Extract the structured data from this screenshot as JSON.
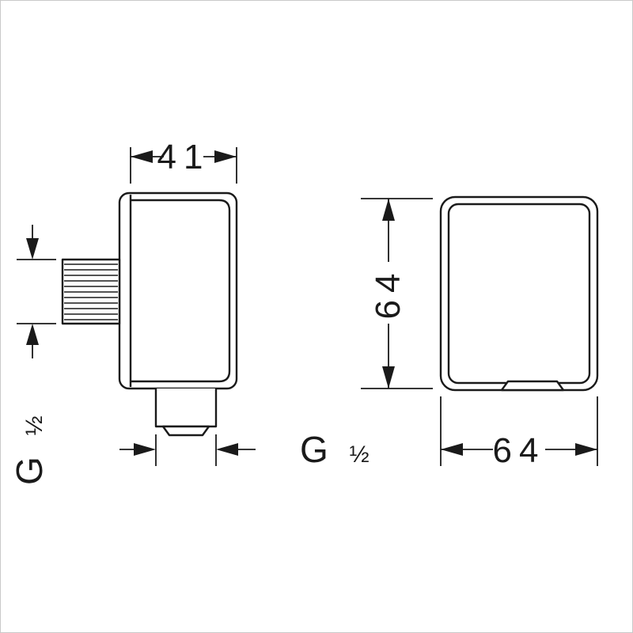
{
  "drawing": {
    "type": "technical-dimension-drawing",
    "views": {
      "side_view": {
        "depth_dim": "41",
        "inlet_thread": {
          "g": "G",
          "size": "½"
        },
        "outlet_thread": {
          "g": "G",
          "size": "½"
        }
      },
      "front_view": {
        "height_dim": "64",
        "width_dim": "64"
      }
    },
    "colors": {
      "line": "#1a1a1a",
      "background": "#ffffff",
      "frame_border": "#c9c9c9"
    }
  }
}
